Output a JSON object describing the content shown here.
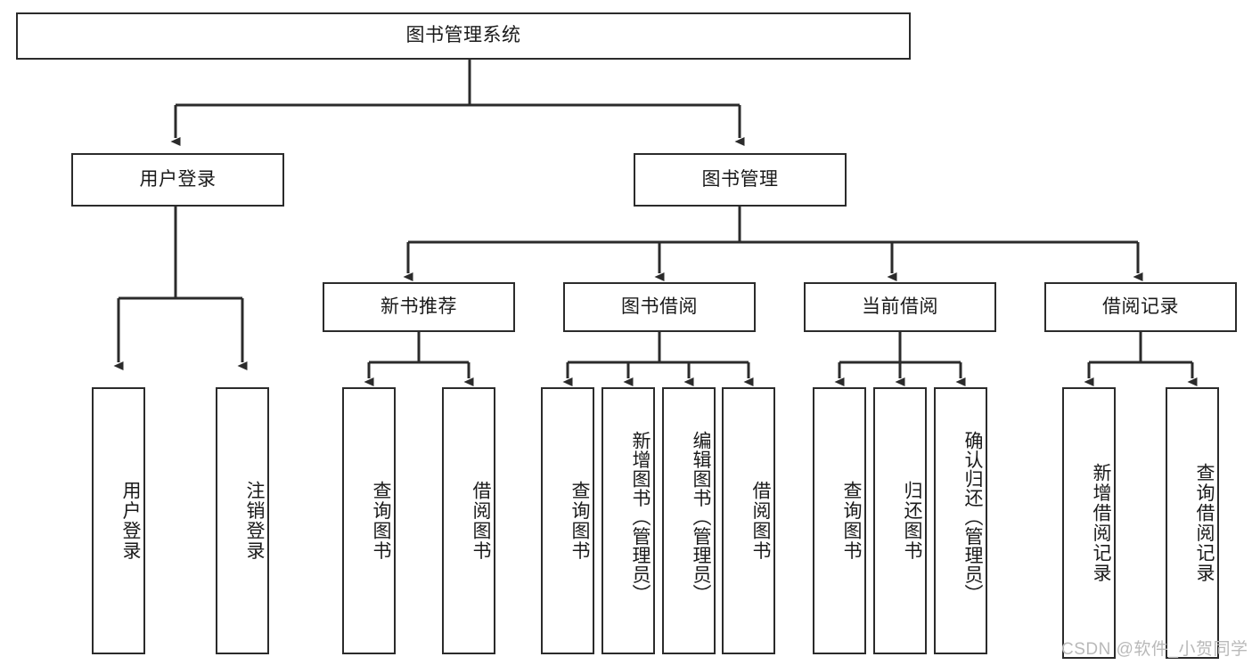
{
  "diagram": {
    "type": "tree-hierarchy-functional-decomposition",
    "title": "图书管理系统",
    "root": {
      "id": "root",
      "label": "图书管理系统"
    },
    "level1": [
      {
        "id": "login",
        "label": "用户登录"
      },
      {
        "id": "bookmgmt",
        "label": "图书管理"
      }
    ],
    "level2": [
      {
        "id": "newbook",
        "label": "新书推荐",
        "parent": "bookmgmt"
      },
      {
        "id": "borrow",
        "label": "图书借阅",
        "parent": "bookmgmt"
      },
      {
        "id": "current",
        "label": "当前借阅",
        "parent": "bookmgmt"
      },
      {
        "id": "record",
        "label": "借阅记录",
        "parent": "bookmgmt"
      }
    ],
    "leaves": [
      {
        "id": "leaf-user-login",
        "label": "用户登录",
        "parent": "login"
      },
      {
        "id": "leaf-user-logout",
        "label": "注销登录",
        "parent": "login"
      },
      {
        "id": "leaf-nb-query",
        "label": "查询图书",
        "parent": "newbook"
      },
      {
        "id": "leaf-nb-borrow",
        "label": "借阅图书",
        "parent": "newbook"
      },
      {
        "id": "leaf-bo-query",
        "label": "查询图书",
        "parent": "borrow"
      },
      {
        "id": "leaf-bo-add",
        "label": "新增图书（管理员）",
        "parent": "borrow"
      },
      {
        "id": "leaf-bo-edit",
        "label": "编辑图书（管理员）",
        "parent": "borrow"
      },
      {
        "id": "leaf-bo-borrow",
        "label": "借阅图书",
        "parent": "borrow"
      },
      {
        "id": "leaf-cu-query",
        "label": "查询图书",
        "parent": "current"
      },
      {
        "id": "leaf-cu-return",
        "label": "归还图书",
        "parent": "current"
      },
      {
        "id": "leaf-cu-confirm",
        "label": "确认归还（管理员）",
        "parent": "current"
      },
      {
        "id": "leaf-re-add",
        "label": "新增借阅记录",
        "parent": "record"
      },
      {
        "id": "leaf-re-query",
        "label": "查询借阅记录",
        "parent": "record"
      }
    ],
    "watermark": "CSDN @软件_小贺同学",
    "colors": {
      "stroke": "#2b2b2b",
      "fill": "#ffffff",
      "text": "#1a1a1a",
      "watermark": "#b9b9b9"
    }
  }
}
